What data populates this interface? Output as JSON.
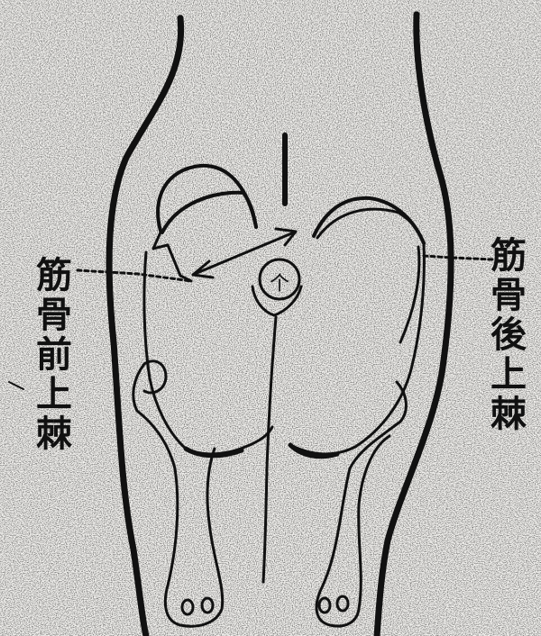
{
  "labels": {
    "left": "筋骨前上棘",
    "right": "筋骨後上棘",
    "center_mark": "个"
  },
  "colors": {
    "ink": "#111111",
    "paper": "#f4f3f0"
  }
}
